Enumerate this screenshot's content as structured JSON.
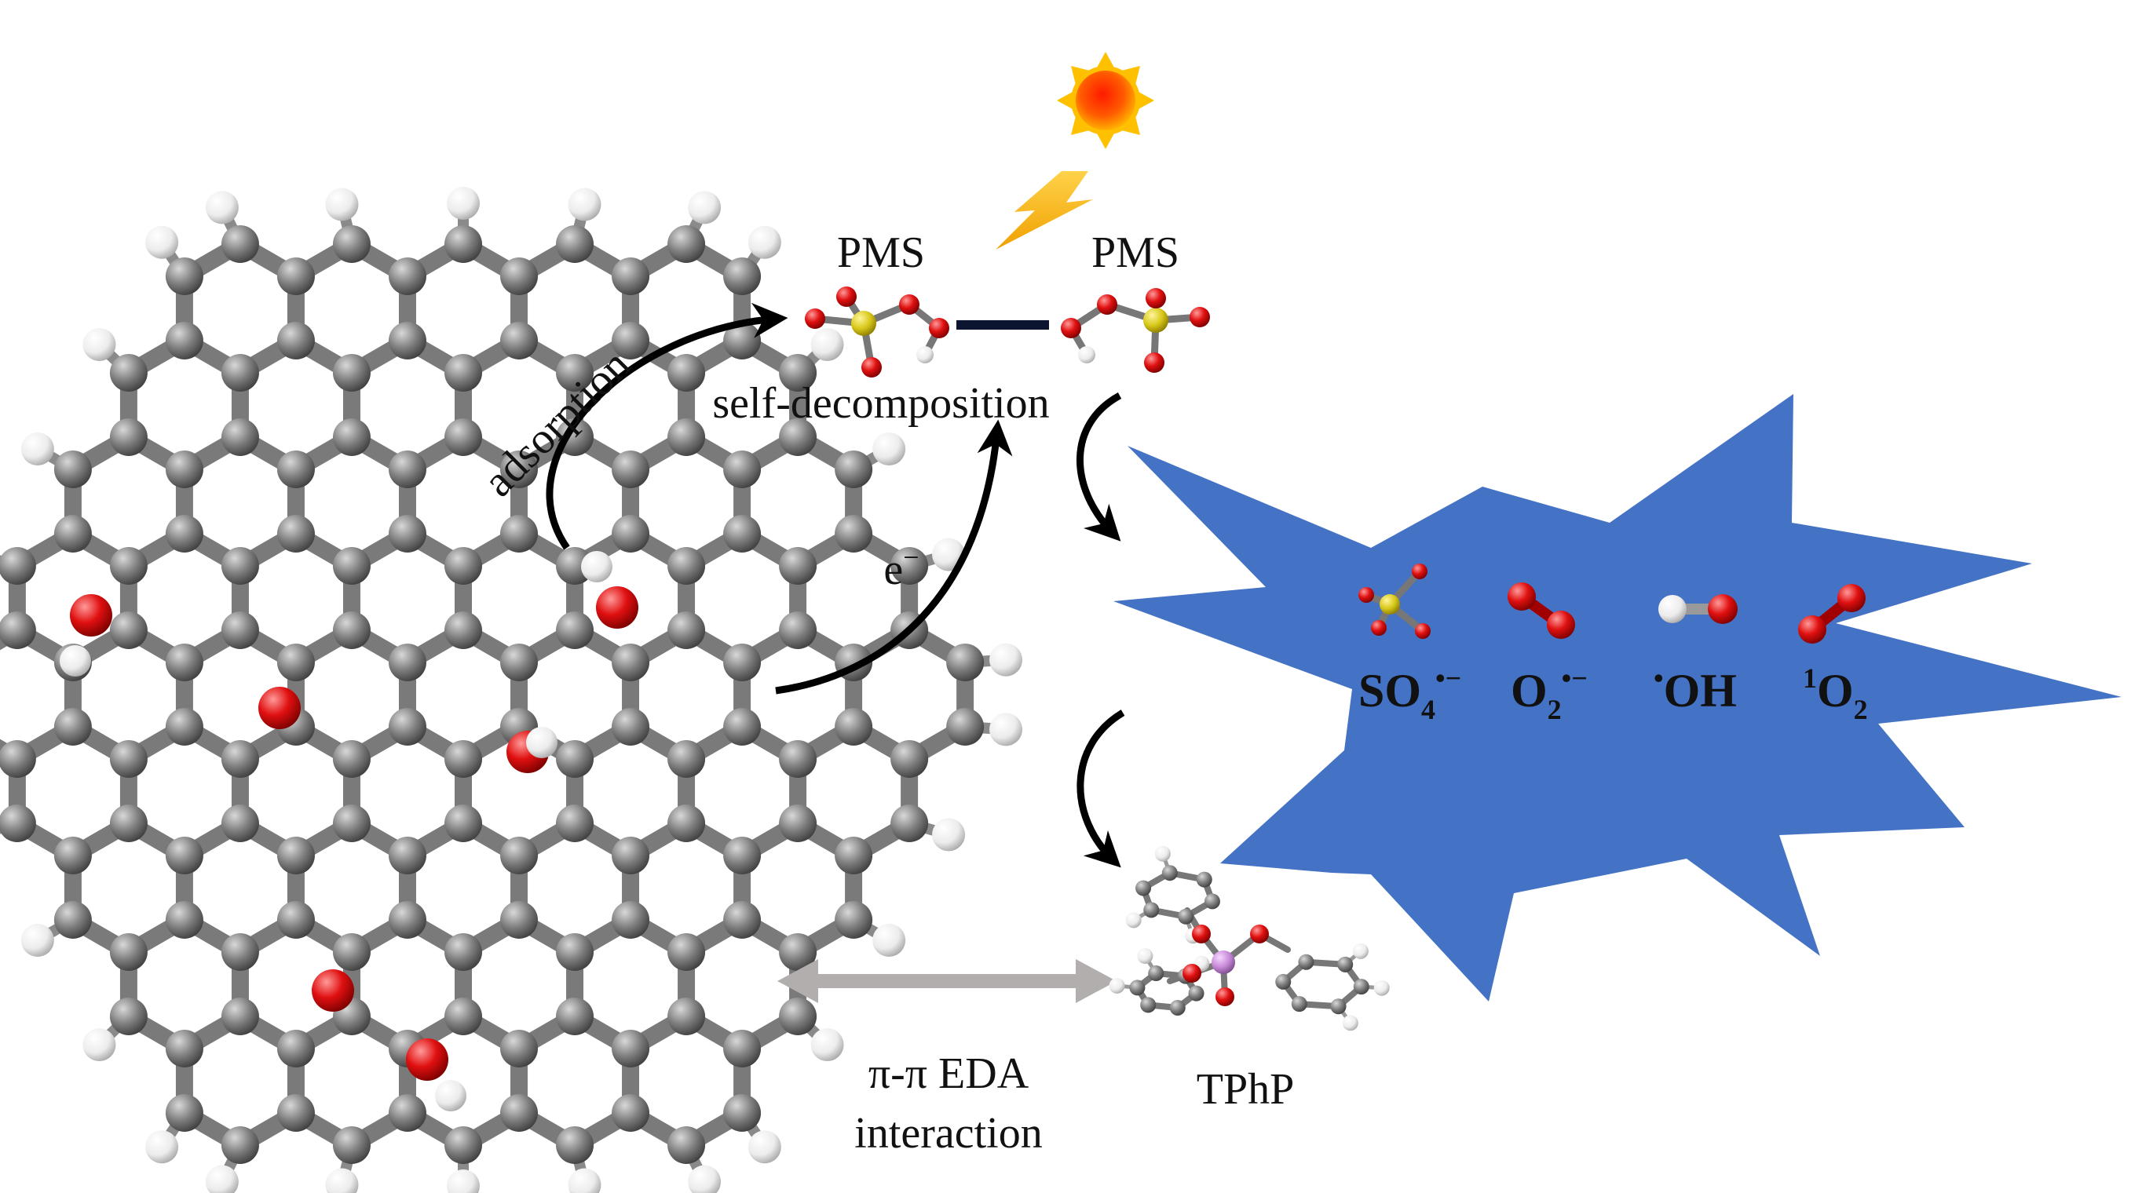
{
  "labels": {
    "pms_left": "PMS",
    "pms_right": "PMS",
    "adsorption": "adsorption",
    "self_decomposition": "self-decomposition",
    "electron": "e",
    "electron_sup": "−",
    "pi_pi_line1": "π-π EDA",
    "pi_pi_line2": "interaction",
    "tphp": "TPhP"
  },
  "species": {
    "so4": {
      "base": "SO",
      "sub": "4",
      "sup": "•−"
    },
    "o2": {
      "base": "O",
      "sub": "2",
      "sup": "•−"
    },
    "oh": {
      "pre": "•",
      "base": "OH"
    },
    "singlet_o2": {
      "pre": "1",
      "base": "O",
      "sub": "2"
    }
  },
  "icons": {
    "sun": "sun-icon",
    "lightning": "lightning-bolt-icon"
  },
  "colors": {
    "star_blue": "#4472c4",
    "oxygen_red": "#e01010",
    "sulfur_yellow": "#d8c81a",
    "carbon_gray": "#7d7d7d",
    "hydrogen_white": "#f4f4f4",
    "phosphorus_pink": "#c88ad8",
    "arrow_gray": "#b3aeae",
    "sun_core": "#ff3b00",
    "sun_rays": "#ffc000"
  }
}
